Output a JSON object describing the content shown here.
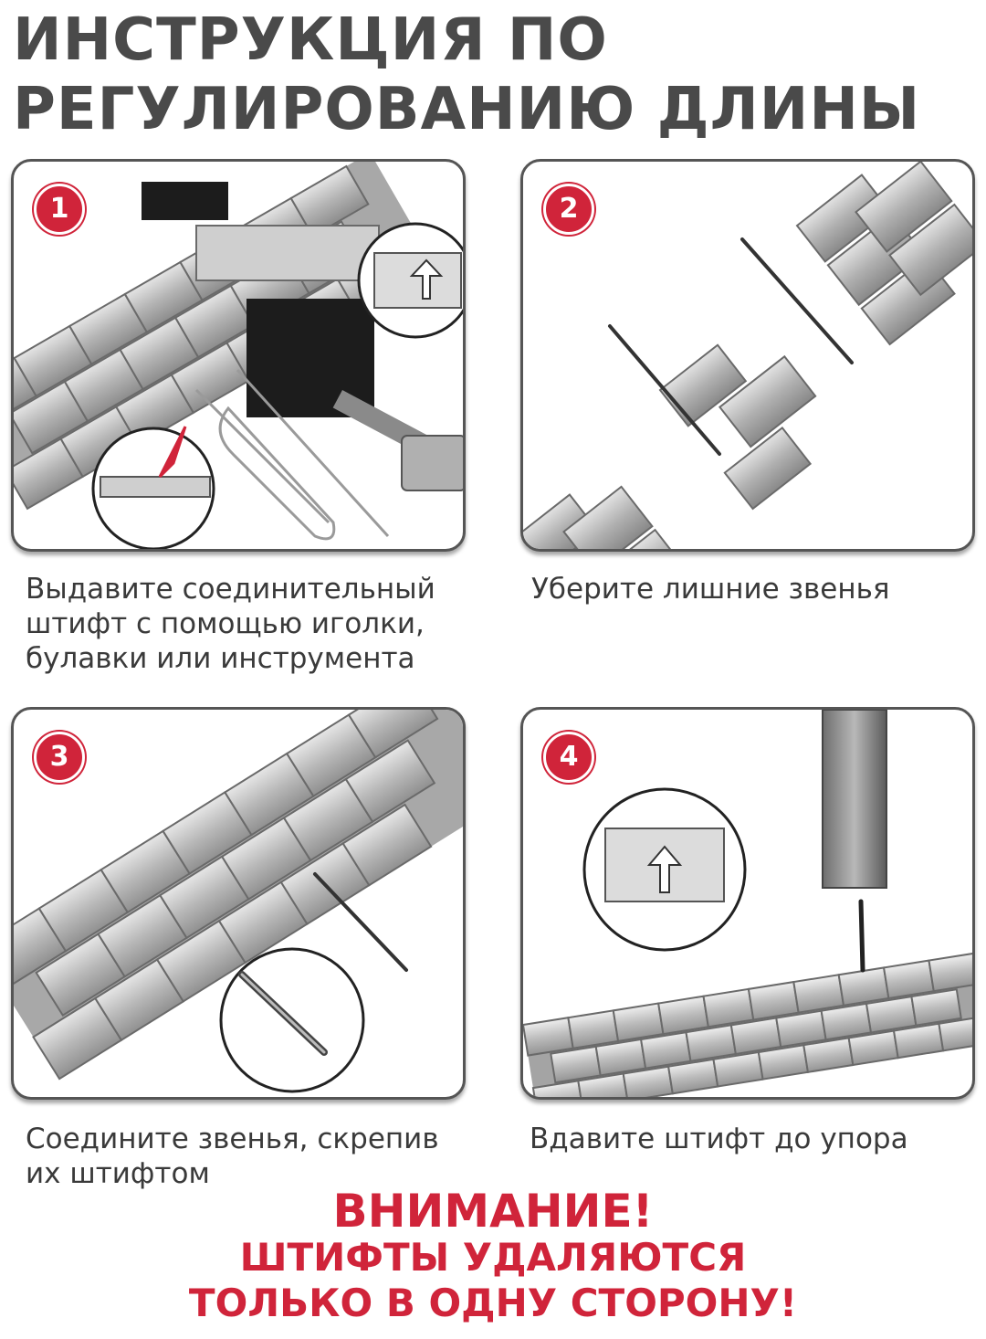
{
  "header": {
    "title_line1": "ИНСТРУКЦИЯ ПО",
    "title_line2": "РЕГУЛИРОВАНИЮ ДЛИНЫ"
  },
  "steps": [
    {
      "number": "1",
      "lines": [
        "Выдавите соединительный",
        "штифт с помощью иголки,",
        "булавки или инструмента"
      ]
    },
    {
      "number": "2",
      "lines": [
        "Уберите лишние звенья"
      ]
    },
    {
      "number": "3",
      "lines": [
        "Соедините звенья, скрепив",
        "их штифтом"
      ]
    },
    {
      "number": "4",
      "lines": [
        "Вдавите штифт до упора"
      ]
    }
  ],
  "warning": {
    "line1": "ВНИМАНИЕ!",
    "line2": "ШТИФТЫ УДАЛЯЮТСЯ",
    "line3": "ТОЛЬКО В ОДНУ СТОРОНУ!"
  },
  "colors": {
    "accent": "#d0243a",
    "text": "#4a4a4a",
    "frame": "#555555",
    "metal": "#bdbdbd"
  },
  "icons": [
    "watch-band-illustration",
    "pin-tool-illustration",
    "needle-illustration",
    "arrow-up-icon",
    "red-arrow-icon"
  ]
}
